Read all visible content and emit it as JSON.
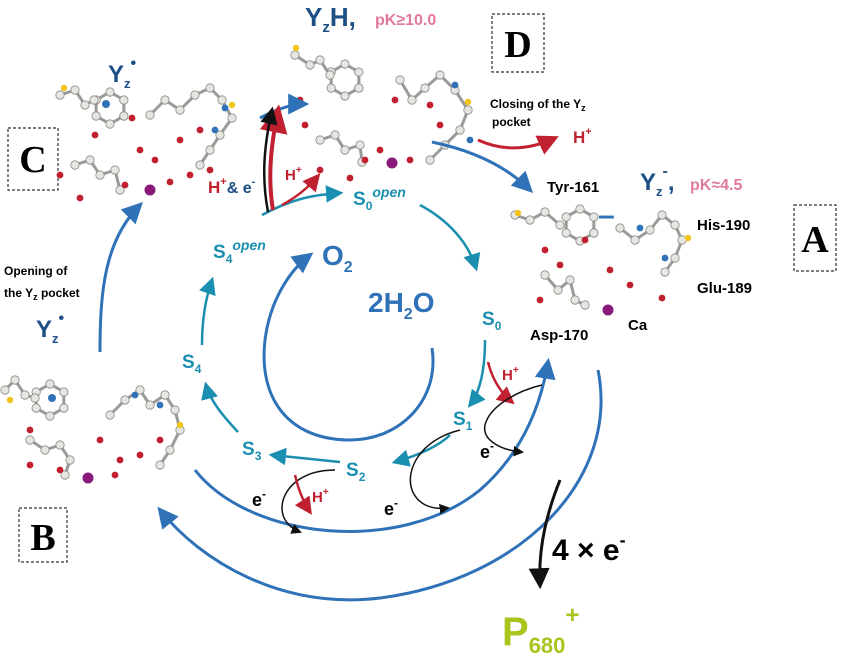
{
  "panels": {
    "A": {
      "letter": "A"
    },
    "B": {
      "letter": "B"
    },
    "C": {
      "letter": "C"
    },
    "D": {
      "letter": "D"
    }
  },
  "top": {
    "yzh": "Y",
    "yzh_sub": "z",
    "yzh_tail": "H,",
    "pk_high": "pK≥10.0"
  },
  "panel_a": {
    "yz": "Y",
    "yz_sub": "z",
    "yz_sup": "-",
    "comma": ",",
    "pk_low": "pK≈4.5",
    "tyr": "Tyr-161",
    "his": "His-190",
    "glu": "Glu-189",
    "asp": "Asp-170",
    "ca": "Ca",
    "minus": "–"
  },
  "panel_b": {
    "yz": "Y",
    "yz_sub": "z",
    "dot": "•"
  },
  "panel_c": {
    "yz": "Y",
    "yz_sub": "z",
    "dot": "•"
  },
  "opening": {
    "line1": "Opening of",
    "line2": "the Y",
    "sub": "z",
    "line2_tail": " pocket"
  },
  "closing": {
    "line1": "Closing of the Y",
    "sub": "z",
    "line2": "pocket"
  },
  "proton_labels": {
    "closing_h": "H",
    "closing_h_sup": "+",
    "h_and_e": "H",
    "h_and_e_sup": "+",
    "h_and_e_amp": "& e",
    "h_and_e_minus": "-",
    "h_small": "H",
    "h_small_sup": "+"
  },
  "states": {
    "s0open": "S",
    "s0open_sub": "0",
    "s0open_sup": "open",
    "s4open": "S",
    "s4open_sub": "4",
    "s4open_sup": "open",
    "s0": "S",
    "s0_sub": "0",
    "s1": "S",
    "s1_sub": "1",
    "s2": "S",
    "s2_sub": "2",
    "s3": "S",
    "s3_sub": "3",
    "s4": "S",
    "s4_sub": "4"
  },
  "center": {
    "o2": "O",
    "o2_sub": "2",
    "water": "2H",
    "water_sub": "2",
    "water_tail": "O"
  },
  "steps": {
    "h1": "H",
    "h1_sup": "+",
    "e1": "e",
    "e1_sup": "-",
    "e2": "e",
    "e2_sup": "-",
    "e3": "e",
    "e3_sup": "-",
    "h3": "H",
    "h3_sup": "+"
  },
  "electrons": {
    "label": "4 × e",
    "sup": "-"
  },
  "p680": {
    "label": "P",
    "sub": "680",
    "sup": "+"
  },
  "colors": {
    "teal": "#1a8fb0",
    "blue": "#2f72b8",
    "navy": "#1c4f86",
    "red": "#c0202f",
    "pink": "#e07a9b",
    "green": "#a8c41d",
    "black": "#111111"
  }
}
